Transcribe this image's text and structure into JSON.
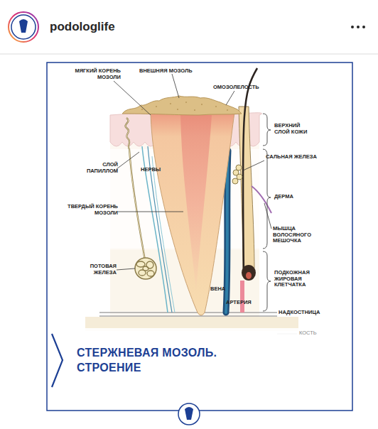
{
  "diagram": {
    "title": "СТЕРЖНЕВАЯ МОЗОЛЬ. СТРОЕНИЕ",
    "labels": [
      "podologlife",
      "ВНЕШНЯЯ МОЗОЛЬ",
      "МЯГКИЙ КОРЕНЬ МОЗОЛИ",
      "ОМОЗОЛЕЛОСТЬ",
      "ВЕРХНИЙ СЛОЙ КОЖИ",
      "СЛОЙ ПАПИЛЛОМ",
      "НЕРВЫ",
      "САЛЬНАЯ ЖЕЛЕЗА",
      "ТВЕРДЫЙ КОРЕНЬ МОЗОЛИ",
      "ДЕРМА",
      "МЫШЦА ВОЛОСЯНОГО МЕШОЧКА",
      "ПОТОВАЯ ЖЕЛЕЗА",
      "ПОДКОЖНАЯ ЖИРОВАЯ КЛЕТЧАТКА",
      "ВЕНА",
      "АРТЕРИЯ",
      "НАДКОСТНИЦА",
      "КОСТЬ"
    ]
  }
}
